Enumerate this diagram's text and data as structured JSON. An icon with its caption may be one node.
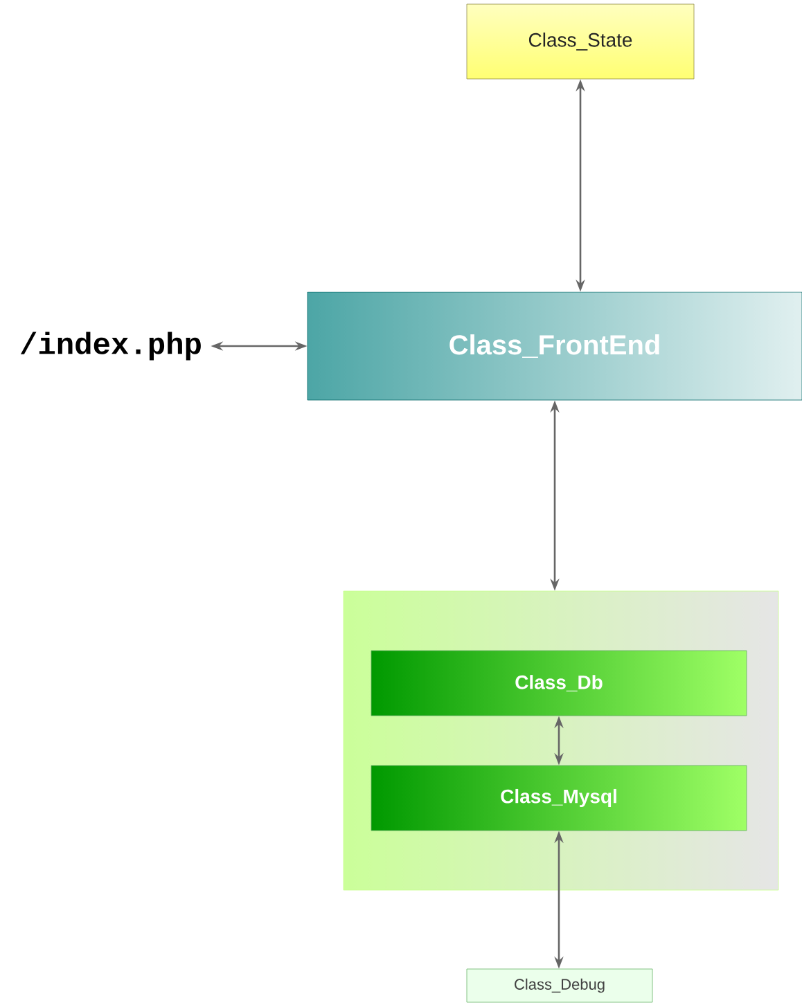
{
  "diagram": {
    "nodes": [
      {
        "text": [
          "Class_State"
        ]
      },
      {
        "text": [
          "/index.php"
        ]
      },
      {
        "text": [
          "Class_FrontEnd"
        ]
      },
      {
        "text": [],
        "shape": "box"
      },
      {
        "text": [
          "Class_Db"
        ],
        "in": 3
      },
      {
        "text": [
          "Class_Mysql"
        ],
        "in": 3
      },
      {
        "text": [
          "Class_Debug"
        ]
      }
    ],
    "edges": [
      {
        "from": 0,
        "to": 2,
        "arrow": "both"
      },
      {
        "from": 1,
        "to": 2,
        "arrow": "both"
      },
      {
        "from": 2,
        "to": 3,
        "arrow": "both"
      },
      {
        "from": 4,
        "to": 5,
        "arrow": "both"
      },
      {
        "from": 5,
        "to": 6,
        "arrow": "both"
      }
    ]
  }
}
